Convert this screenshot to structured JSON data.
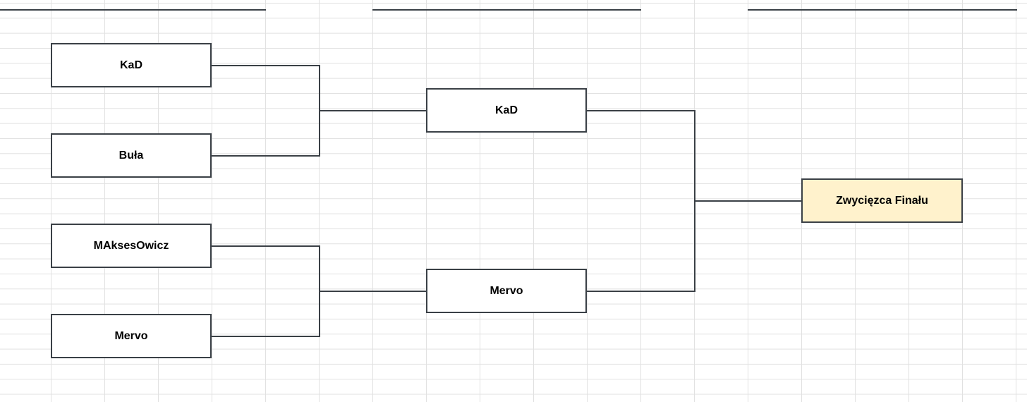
{
  "bracket": {
    "round1": [
      {
        "name": "KaD"
      },
      {
        "name": "Buła"
      },
      {
        "name": "MAksesOwicz"
      },
      {
        "name": "Mervo"
      }
    ],
    "semifinal": [
      {
        "name": "KaD"
      },
      {
        "name": "Mervo"
      }
    ],
    "final": {
      "name": "Zwycięzca Finału"
    }
  },
  "colors": {
    "winner_fill": "#fff2cc",
    "line": "#3a4046",
    "grid": "#e1e1e1"
  }
}
